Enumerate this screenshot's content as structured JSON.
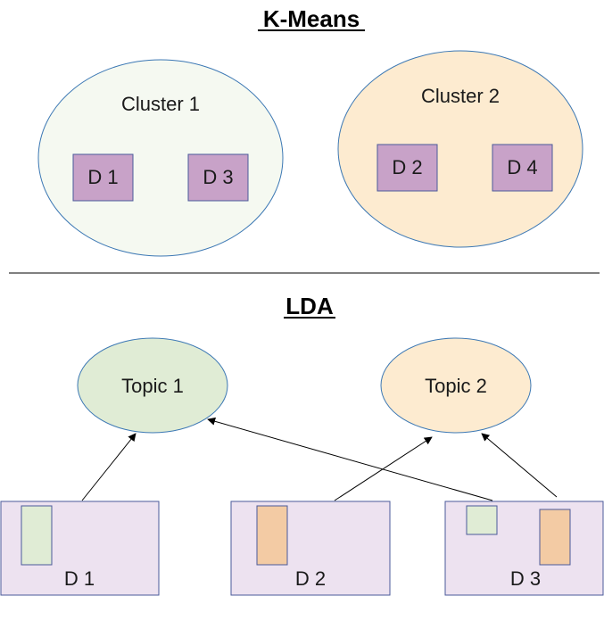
{
  "kmeans": {
    "title": "K-Means",
    "clusters": [
      {
        "label": "Cluster 1",
        "fill": "#f5f9f1",
        "docs": [
          "D 1",
          "D 3"
        ]
      },
      {
        "label": "Cluster 2",
        "fill": "#fdebd0",
        "docs": [
          "D 2",
          "D 4"
        ]
      }
    ],
    "doc_fill": "#c8a2c8"
  },
  "lda": {
    "title": "LDA",
    "topics": [
      {
        "label": "Topic 1",
        "fill": "#e0ecd5"
      },
      {
        "label": "Topic 2",
        "fill": "#fdebd0"
      }
    ],
    "documents": [
      {
        "label": "D 1",
        "topic_shares": [
          "Topic 1"
        ]
      },
      {
        "label": "D 2",
        "topic_shares": [
          "Topic 2"
        ]
      },
      {
        "label": "D 3",
        "topic_shares": [
          "Topic 1",
          "Topic 2"
        ]
      }
    ],
    "doc_fill": "#ede2f0",
    "topic1_bar_fill": "#e0ecd5",
    "topic2_bar_fill": "#f3cba4",
    "edges": [
      {
        "from": "D 1",
        "to": "Topic 1"
      },
      {
        "from": "D 2",
        "to": "Topic 2"
      },
      {
        "from": "D 3",
        "to": "Topic 1"
      },
      {
        "from": "D 3",
        "to": "Topic 2"
      }
    ]
  },
  "colors": {
    "ellipse_stroke": "#3c78b4",
    "doc_stroke": "#4a5a9a"
  }
}
